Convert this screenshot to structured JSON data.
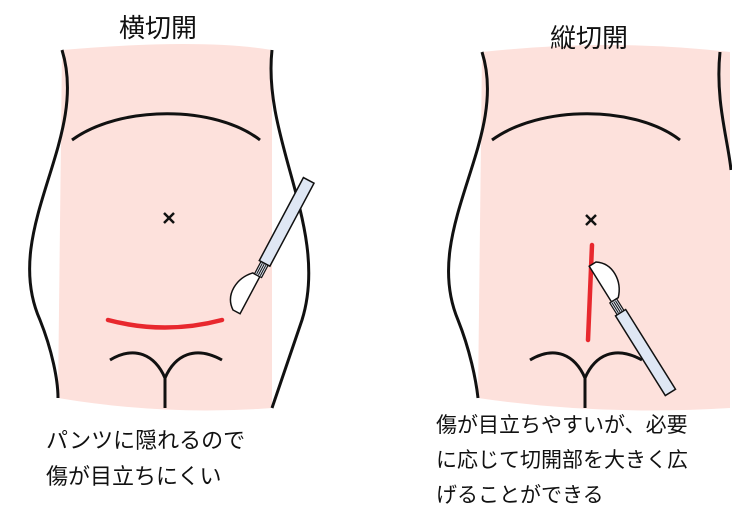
{
  "left": {
    "title": "横切開",
    "caption_lines": [
      "パンツに隠れるので",
      "傷が目立ちにくい"
    ]
  },
  "right": {
    "title": "縦切開",
    "caption_lines": [
      "傷が目立ちやすいが、必要",
      "に応じて切開部を大きく広",
      "げることができる"
    ]
  },
  "colors": {
    "skin": "#fde1dc",
    "outline": "#111111",
    "incision": "#e8282e",
    "scalpel_blade": "#ffffff",
    "scalpel_handle": "#dfe7f4"
  },
  "icons": [
    "navel-marker-icon",
    "scalpel-icon"
  ]
}
